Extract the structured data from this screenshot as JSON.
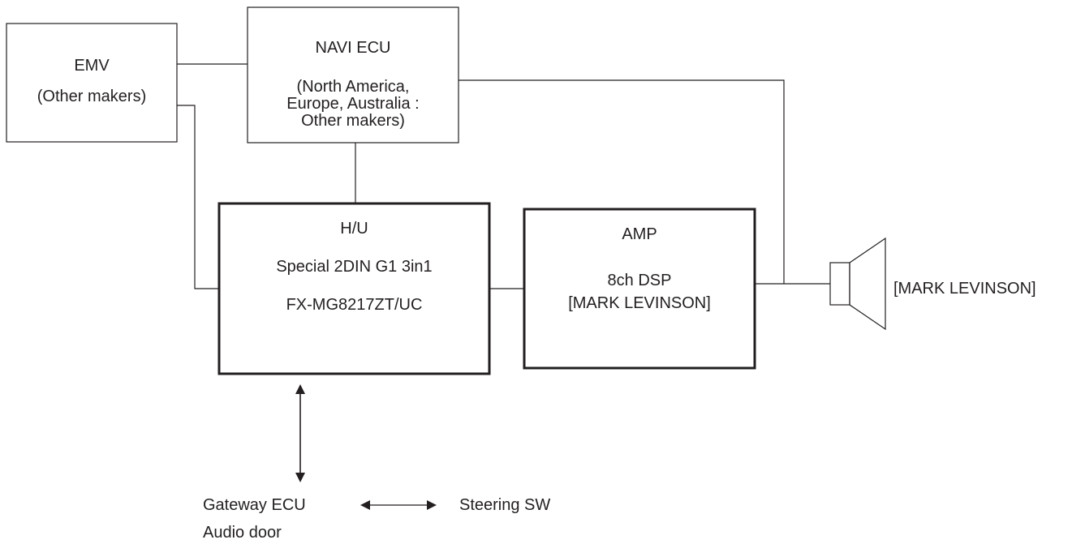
{
  "emv": {
    "title": "EMV",
    "subtitle": "(Other makers)"
  },
  "navi_ecu": {
    "title": "NAVI ECU",
    "lines": [
      "(North America,",
      "Europe, Australia :",
      "Other makers)"
    ]
  },
  "head_unit": {
    "title": "H/U",
    "model": "Special 2DIN G1 3in1",
    "part_number": "FX-MG8217ZT/UC"
  },
  "amp": {
    "title": "AMP",
    "line1": "8ch DSP",
    "line2": "[MARK LEVINSON]"
  },
  "speaker": {
    "label": "[MARK LEVINSON]"
  },
  "bottom": {
    "gateway": "Gateway ECU",
    "audio_door": "Audio door",
    "steering": "Steering SW"
  },
  "colors": {
    "line": "#231f20",
    "background": "#ffffff"
  }
}
